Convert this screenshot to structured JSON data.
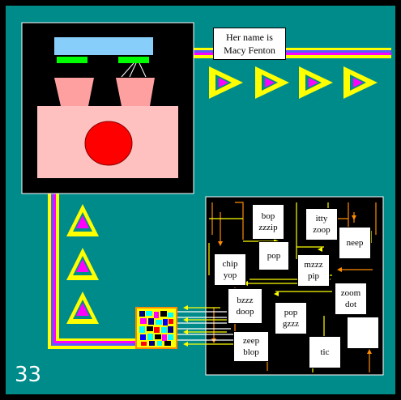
{
  "caption": {
    "line1": "Her name is",
    "line2": "Macy Fenton"
  },
  "page_number": "33",
  "labels": [
    {
      "line1": "bop",
      "line2": "zzzip"
    },
    {
      "line1": "itty",
      "line2": "zoop"
    },
    {
      "line1": "neep",
      "line2": ""
    },
    {
      "line1": "chip",
      "line2": "yop"
    },
    {
      "line1": "pop",
      "line2": ""
    },
    {
      "line1": "mzzz",
      "line2": "pip"
    },
    {
      "line1": "bzzz",
      "line2": "doop"
    },
    {
      "line1": "zoom",
      "line2": "dot"
    },
    {
      "line1": "pop",
      "line2": "gzzz"
    },
    {
      "line1": "zeep",
      "line2": "blop"
    },
    {
      "line1": "tic",
      "line2": ""
    },
    {
      "line1": "",
      "line2": ""
    }
  ],
  "colors": {
    "board": "#008b8b",
    "rail_yellow": "#ffff00",
    "rail_blue": "#5a5aff",
    "rail_magenta": "#ff00ff",
    "triangle_fill": "#ff00ff"
  }
}
